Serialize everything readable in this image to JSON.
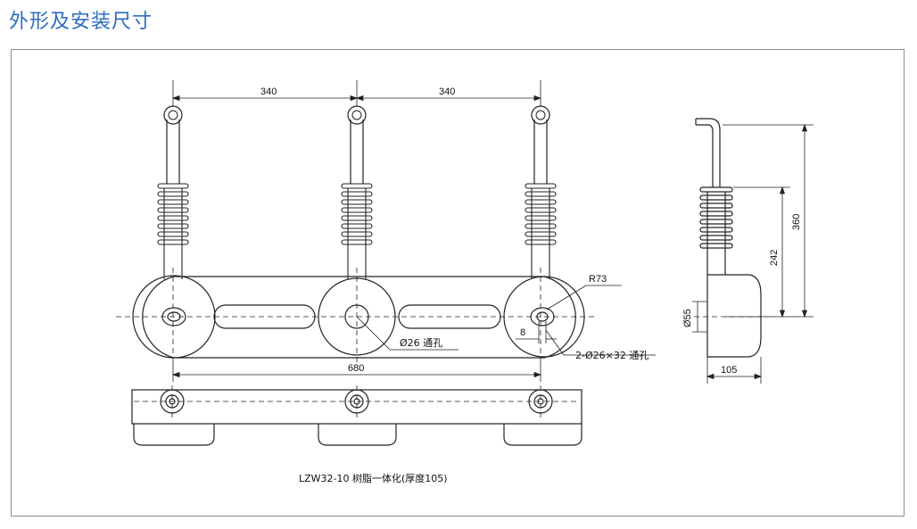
{
  "header": {
    "title": "外形及安装尺寸"
  },
  "drawing": {
    "dim_spacing_left": "340",
    "dim_spacing_right": "340",
    "dim_total_width": "680",
    "dim_radius": "R73",
    "dim_hole": "Ø26 通孔",
    "dim_slot": "2-Ø26×32 通孔",
    "dim_slot_offset": "8",
    "dim_height_total": "360",
    "dim_height_shed": "242",
    "dim_diameter": "Ø55",
    "dim_depth": "105",
    "caption": "LZW32-10 树脂一体化(厚度105)"
  },
  "colors": {
    "title": "#2a6cc0",
    "line": "#222222",
    "frame": "#8a8a8a"
  }
}
